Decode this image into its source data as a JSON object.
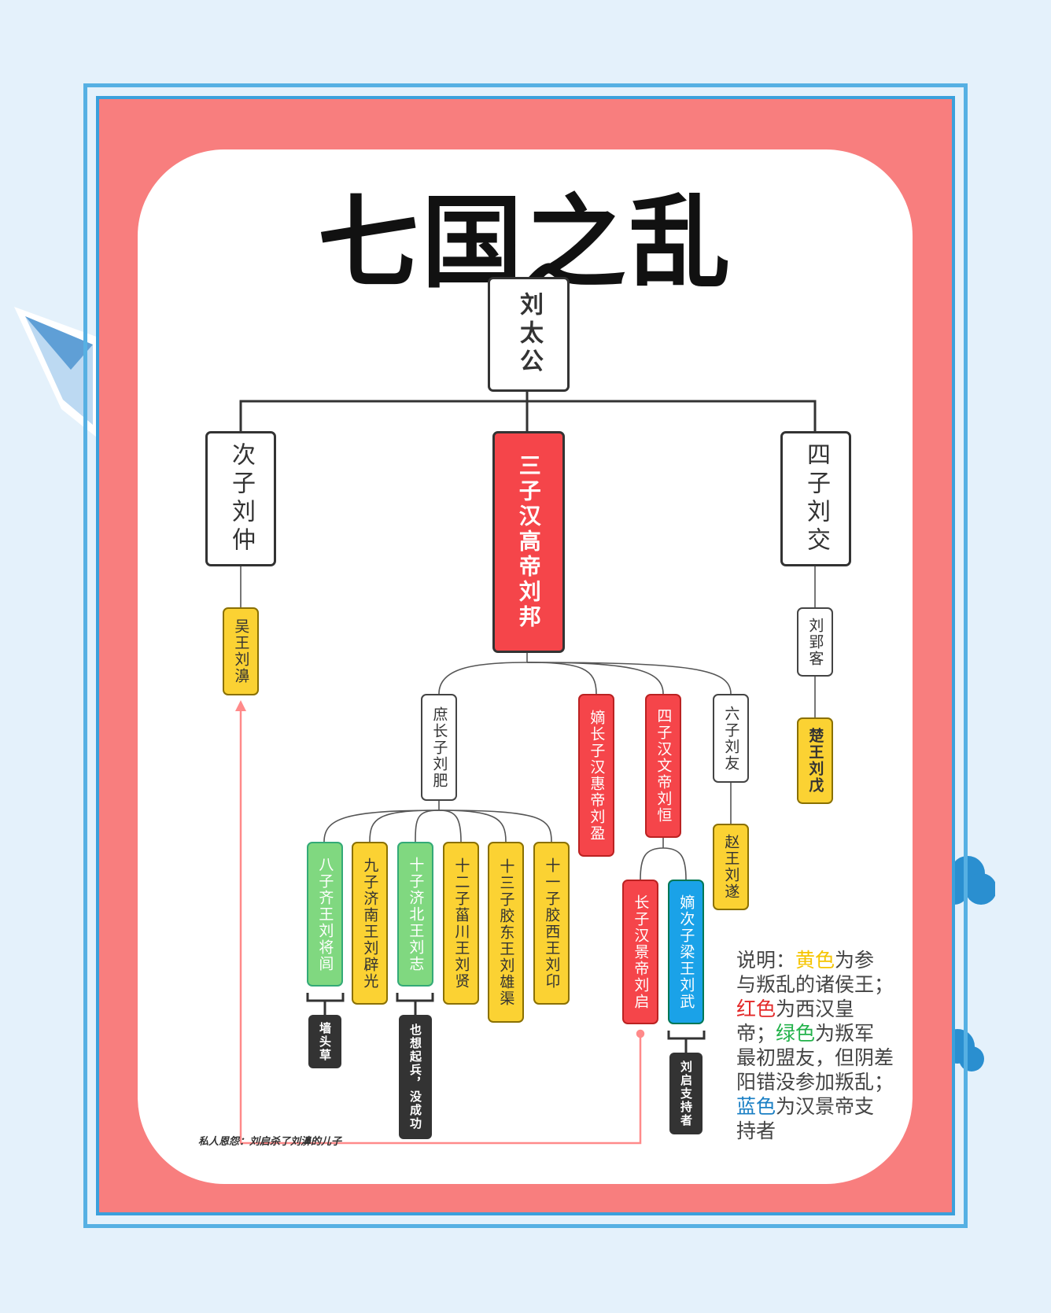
{
  "title": "七国之乱",
  "nodes": {
    "root": "刘太公",
    "liu_zhong": "次子刘仲",
    "liu_bang": "三子汉高帝刘邦",
    "liu_jiao": "四子刘交",
    "liu_bi": "吴王刘濞",
    "liu_yingke": "刘郢客",
    "liu_wu_chu": "楚王刘戊",
    "liu_fei": "庶长子刘肥",
    "liu_ying": "嫡长子汉惠帝刘盈",
    "liu_heng": "四子汉文帝刘恒",
    "liu_you": "六子刘友",
    "liu_sui": "赵王刘遂",
    "liu_jianglu": "八子齐王刘将闾",
    "liu_piguang": "九子济南王刘辟光",
    "liu_zhi": "十子济北王刘志",
    "liu_xian": "十二子菑川王刘贤",
    "liu_xiongqu": "十三子胶东王刘雄渠",
    "liu_ang": "十一子胶西王刘卬",
    "liu_qi": "长子汉景帝刘启",
    "liu_wu_liang": "嫡次子梁王刘武"
  },
  "notes": {
    "fence_sitter": "墙头草",
    "wanted_rebel": "也想起兵，没成功",
    "supporter": "刘启支持者",
    "grudge": "私人恩怨：刘启杀了刘濞的儿子"
  },
  "legend": {
    "prefix": "说明：",
    "yellow_word": "黄色",
    "yellow_desc": "为参与叛乱的诸侯王；",
    "red_word": "红色",
    "red_desc": "为西汉皇帝；",
    "green_word": "绿色",
    "green_desc": "为叛军最初盟友，但阴差阳错没参加叛乱；",
    "blue_word": "蓝色",
    "blue_desc": "为汉景帝支持者"
  },
  "colors": {
    "rebel_yellow": "#fbd233",
    "emperor_red": "#f5454a",
    "ally_green": "#80d880",
    "supporter_blue": "#1aa2e8",
    "frame_red": "#f87e7e",
    "frame_blue": "#3aa0dc"
  }
}
